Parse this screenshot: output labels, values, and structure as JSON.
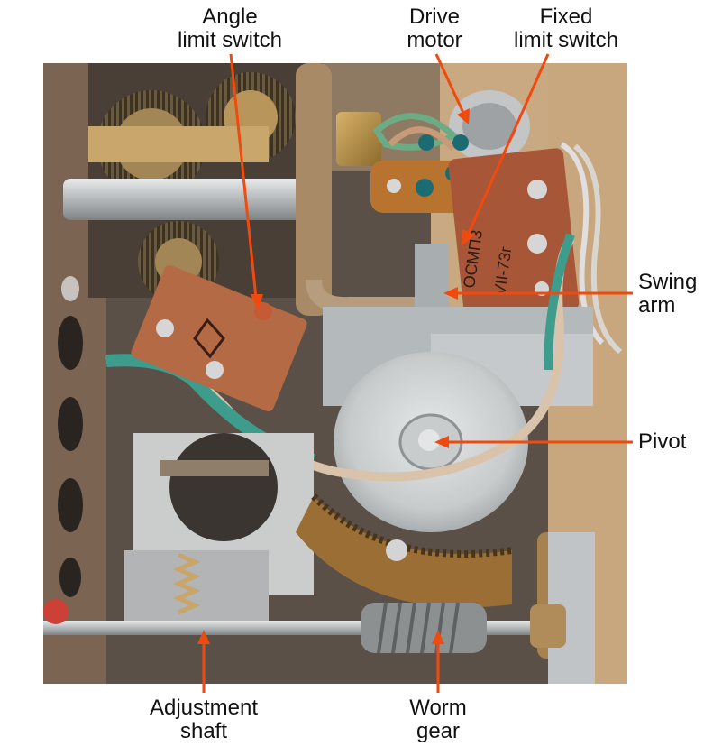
{
  "labels": {
    "angle_limit_switch": [
      "Angle",
      "limit switch"
    ],
    "drive_motor": [
      "Drive",
      "motor"
    ],
    "fixed_limit_switch": [
      "Fixed",
      "limit switch"
    ],
    "swing_arm": [
      "Swing",
      "arm"
    ],
    "pivot": "Pivot",
    "adjustment_shaft": [
      "Adjustment",
      "shaft"
    ],
    "worm_gear": [
      "Worm",
      "gear"
    ]
  },
  "relay_markings": [
    "ОСМП3",
    "VII-73г"
  ],
  "colors": {
    "arrow": "#f04a0f",
    "text": "#111111"
  }
}
